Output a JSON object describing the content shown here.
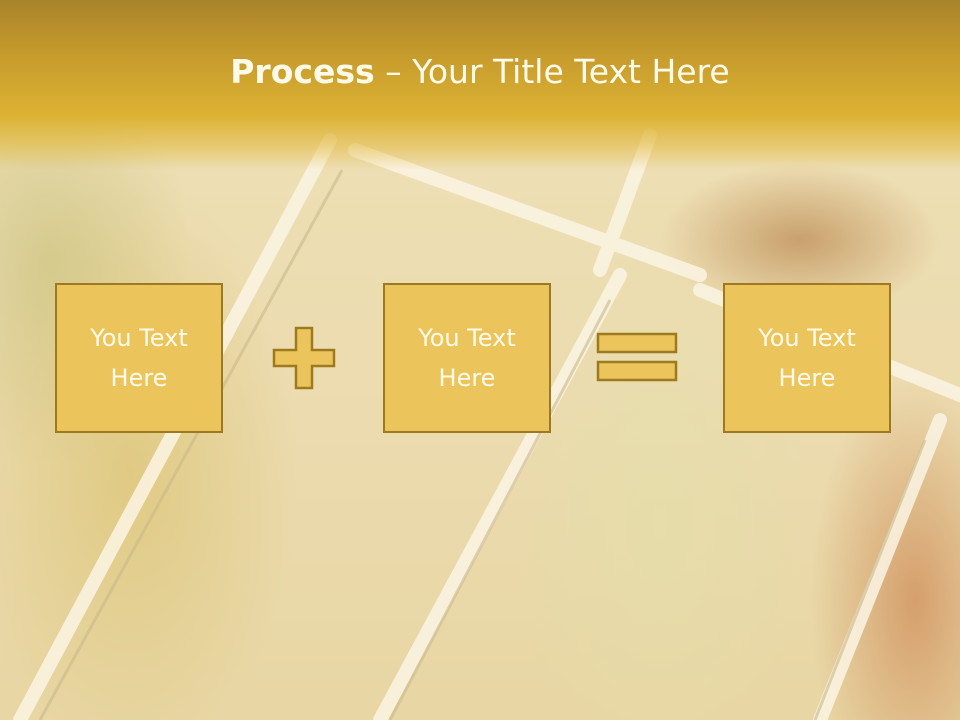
{
  "slide": {
    "title_bold": "Process",
    "title_dash": " – ",
    "title_rest": "Your Title Text Here",
    "boxes": [
      {
        "text": "You Text\nHere"
      },
      {
        "text": "You Text\nHere"
      },
      {
        "text": "You Text\nHere"
      }
    ],
    "operators": [
      "plus",
      "equals"
    ]
  },
  "colors": {
    "title_band": "#c89d2d",
    "box_fill": "#ecc45c",
    "box_border": "#9d7a1f",
    "text": "#fffbea"
  },
  "icons": [
    "plus-icon",
    "equals-icon"
  ]
}
